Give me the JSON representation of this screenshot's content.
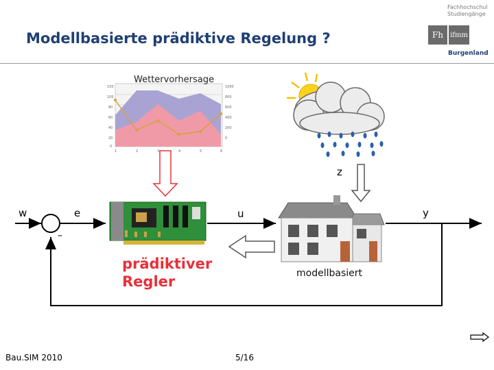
{
  "header": {
    "title": "Modellbasierte prädiktive Regelung ?",
    "logo": {
      "line1": "Fachhochschul",
      "line2": "Studiengänge",
      "mark_left": "Fh",
      "mark_right": "ifmm",
      "brand": "Burgenland"
    }
  },
  "diagram": {
    "weather_chart_title": "Wettervorhersage",
    "signal_w": "w",
    "signal_e": "e",
    "signal_u": "u",
    "signal_y": "y",
    "signal_z": "z",
    "minus_sign": "–",
    "controller_line1": "prädiktiver",
    "controller_line2": "Regler",
    "plant_label": "modellbasiert"
  },
  "footer": {
    "left": "Bau.SIM 2010",
    "page": "5/16"
  },
  "colors": {
    "title": "#1f3f73",
    "controller_text": "#e8303a",
    "arrow_fill": "#ffffff",
    "arrow_outline": "#e8303a",
    "chart_area_top": "#a9a3d4",
    "chart_area_bottom": "#f09aa8",
    "pcb_green": "#2f8f3a"
  }
}
